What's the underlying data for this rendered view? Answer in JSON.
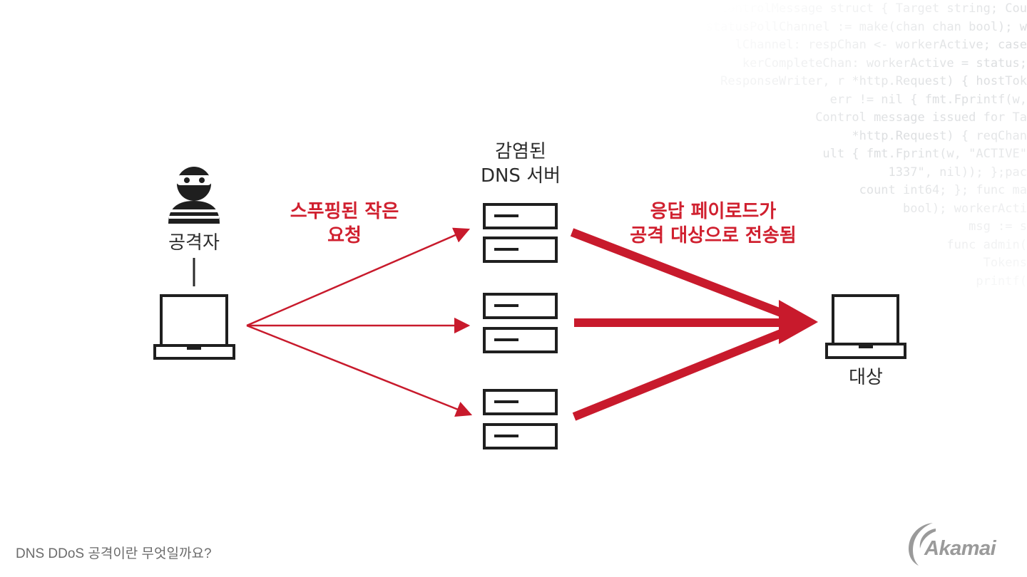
{
  "code_background": [
    "ype ControlMessage struct { Target string; Cou",
    "statusPollChannel := make(chan chan bool); w",
    "lChannel: respChan <- workerActive; case",
    "kerCompleteChan: workerActive = status;",
    "ResponseWriter, r *http.Request) { hostTok",
    "err != nil { fmt.Fprintf(w,",
    "Control message issued for Ta",
    "*http.Request) { reqChan",
    "ult { fmt.Fprint(w, \"ACTIVE\"",
    "1337\", nil)); };pac",
    "count int64; }; func ma",
    "bool); workerActi",
    "msg := s",
    "func admin(",
    "Tokens",
    "printf(",
    "",
    "",
    "",
    ""
  ],
  "diagram": {
    "attacker_label": "공격자",
    "spoofed_label_line1": "스푸핑된 작은",
    "spoofed_label_line2": "요청",
    "servers_label_line1": "감염된",
    "servers_label_line2": "DNS 서버",
    "payload_label_line1": "응답 페이로드가",
    "payload_label_line2": "공격 대상으로 전송됨",
    "target_label": "대상"
  },
  "footer": {
    "caption": "DNS DDoS 공격이란 무엇일까요?",
    "logo_text": "Akamai"
  },
  "colors": {
    "accent_red": "#c81a2c",
    "icon_dark": "#1f1f1f",
    "caption_gray": "#6b6b6b"
  },
  "icons": [
    "attacker-icon",
    "laptop-icon",
    "server-icon",
    "akamai-logo-icon"
  ]
}
